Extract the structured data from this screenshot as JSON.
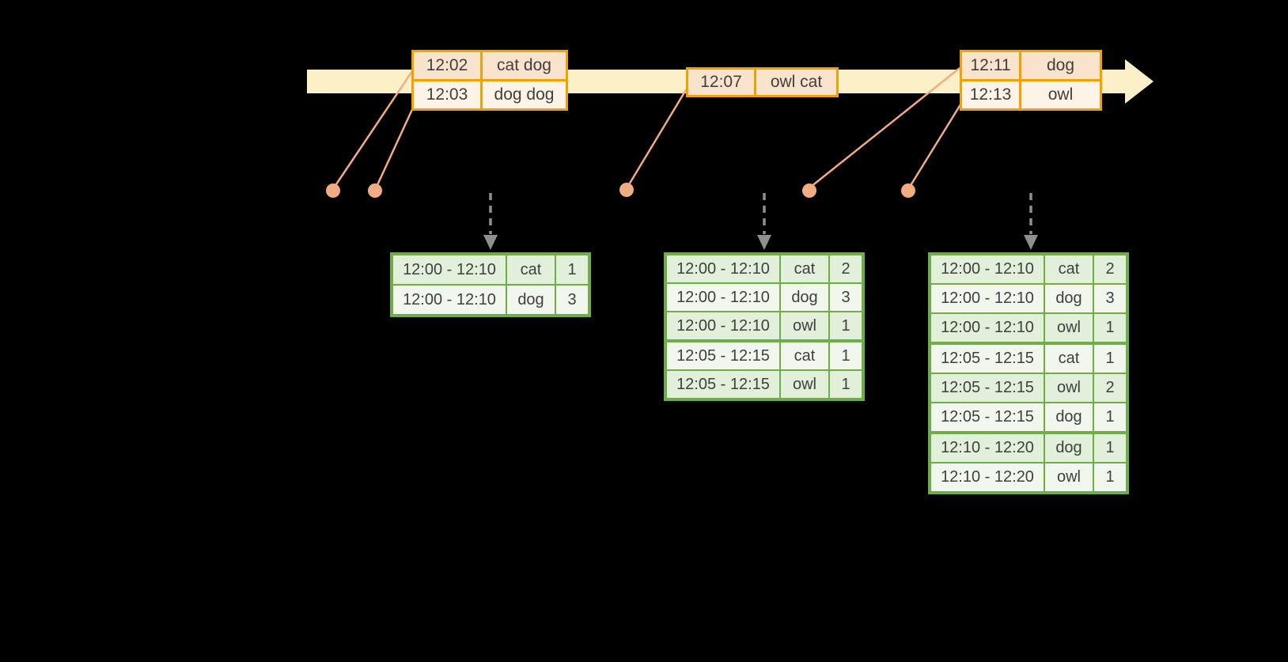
{
  "diagram": {
    "description": "windowed grouped aggregation over an event-time stream",
    "event_tables": [
      {
        "rows": [
          {
            "time": "12:02",
            "data": "cat dog"
          },
          {
            "time": "12:03",
            "data": "dog dog"
          }
        ]
      },
      {
        "rows": [
          {
            "time": "12:07",
            "data": "owl cat"
          }
        ]
      },
      {
        "rows": [
          {
            "time": "12:11",
            "data": "dog"
          },
          {
            "time": "12:13",
            "data": "owl"
          }
        ]
      }
    ],
    "result_tables": [
      {
        "rows": [
          {
            "window": "12:00 - 12:10",
            "word": "cat",
            "count": 1
          },
          {
            "window": "12:00 - 12:10",
            "word": "dog",
            "count": 3
          }
        ]
      },
      {
        "rows": [
          {
            "window": "12:00 - 12:10",
            "word": "cat",
            "count": 2
          },
          {
            "window": "12:00 - 12:10",
            "word": "dog",
            "count": 3
          },
          {
            "window": "12:00 - 12:10",
            "word": "owl",
            "count": 1
          },
          {
            "window": "12:05 - 12:15",
            "word": "cat",
            "count": 1
          },
          {
            "window": "12:05 - 12:15",
            "word": "owl",
            "count": 1
          }
        ]
      },
      {
        "rows": [
          {
            "window": "12:00 - 12:10",
            "word": "cat",
            "count": 2
          },
          {
            "window": "12:00 - 12:10",
            "word": "dog",
            "count": 3
          },
          {
            "window": "12:00 - 12:10",
            "word": "owl",
            "count": 1
          },
          {
            "window": "12:05 - 12:15",
            "word": "cat",
            "count": 1
          },
          {
            "window": "12:05 - 12:15",
            "word": "owl",
            "count": 2
          },
          {
            "window": "12:05 - 12:15",
            "word": "dog",
            "count": 1
          },
          {
            "window": "12:10 - 12:20",
            "word": "dog",
            "count": 1
          },
          {
            "window": "12:10 - 12:20",
            "word": "owl",
            "count": 1
          }
        ]
      }
    ],
    "colors": {
      "background": "#000000",
      "timeline_fill": "#FBF0C7",
      "event_table_border": "#F2A104",
      "event_row_fill": "#FAE3CC",
      "event_row_alt_fill": "#FDF4E7",
      "connector": "#F2AC82",
      "result_table_border": "#6FAE45",
      "result_row_fill": "#E2EFDA",
      "result_row_alt_fill": "#F1F7EC",
      "trigger_arrow": "#8F8F8F",
      "text": "#3F3F3F"
    }
  }
}
